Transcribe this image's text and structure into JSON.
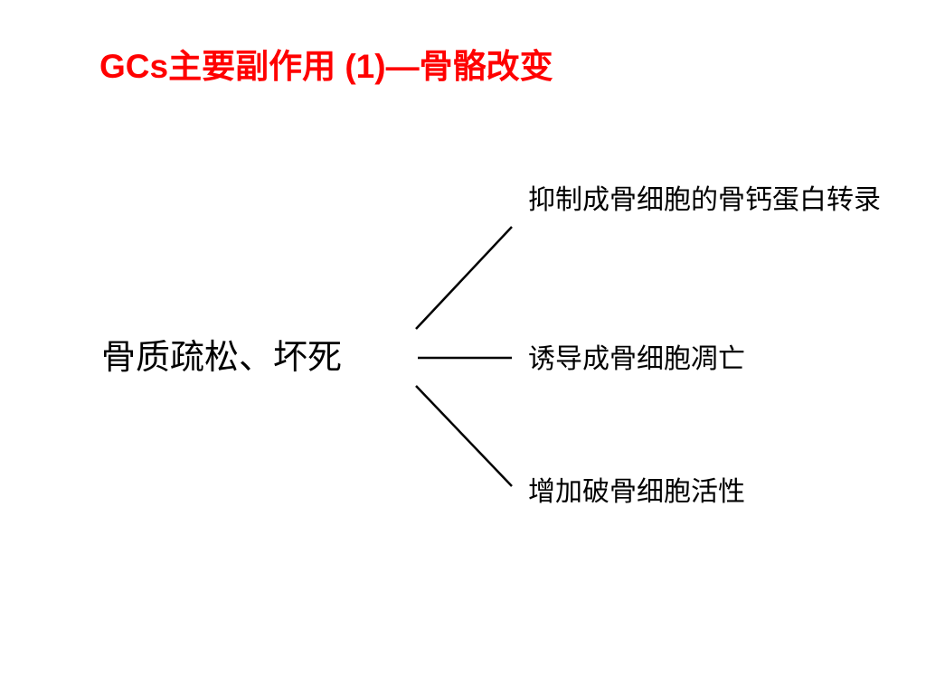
{
  "slide": {
    "title": "GCs主要副作用 (1)—骨骼改变",
    "title_color": "#ff0000",
    "text_color": "#000000",
    "background_color": "#ffffff"
  },
  "diagram": {
    "root": "骨质疏松、坏死",
    "branches": [
      {
        "label": "抑制成骨细胞的骨钙蛋白转录"
      },
      {
        "label": "诱导成骨细胞凋亡"
      },
      {
        "label": "增加破骨细胞活性"
      }
    ]
  }
}
